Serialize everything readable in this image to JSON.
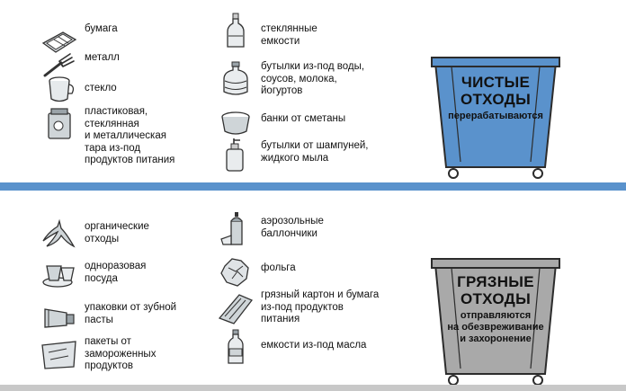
{
  "clean": {
    "left_items": [
      {
        "icon": "paper-icon",
        "label": "бумага"
      },
      {
        "icon": "metal-fork-icon",
        "label": "металл"
      },
      {
        "icon": "glass-cup-icon",
        "label": "стекло"
      },
      {
        "icon": "container-jar-icon",
        "label": "пластиковая,\nстеклянная\nи металлическая\nтара из-под\nпродуктов питания"
      }
    ],
    "right_items": [
      {
        "icon": "glass-bottle-icon",
        "label": "стеклянные\nемкости"
      },
      {
        "icon": "water-bottle-icon",
        "label": "бутылки из-под воды,\nсоусов, молока,\nйогуртов"
      },
      {
        "icon": "sour-cream-jar-icon",
        "label": "банки от сметаны"
      },
      {
        "icon": "shampoo-bottle-icon",
        "label": "бутылки от шампуней,\nжидкого мыла"
      }
    ],
    "bin": {
      "title": "ЧИСТЫЕ\nОТХОДЫ",
      "subtitle": "перерабатываются",
      "color": "#5a92cc"
    }
  },
  "dirty": {
    "left_items": [
      {
        "icon": "banana-peel-icon",
        "label": "органические\nотходы"
      },
      {
        "icon": "disposable-dishes-icon",
        "label": "одноразовая\nпосуда"
      },
      {
        "icon": "toothpaste-tube-icon",
        "label": "упаковки от зубной\nпасты"
      },
      {
        "icon": "frozen-bag-icon",
        "label": "пакеты от\nзамороженных\nпродуктов"
      }
    ],
    "right_items": [
      {
        "icon": "aerosol-can-icon",
        "label": "аэрозольные\nбаллончики"
      },
      {
        "icon": "foil-ball-icon",
        "label": "фольга"
      },
      {
        "icon": "dirty-cardboard-icon",
        "label": "грязный картон и бумага\nиз-под продуктов\nпитания"
      },
      {
        "icon": "oil-bottle-icon",
        "label": "емкости из-под масла"
      }
    ],
    "bin": {
      "title": "ГРЯЗНЫЕ\nОТХОДЫ",
      "subtitle": "отправляются\nна обезвреживание\nи захоронение",
      "color": "#a9a9a9"
    }
  }
}
